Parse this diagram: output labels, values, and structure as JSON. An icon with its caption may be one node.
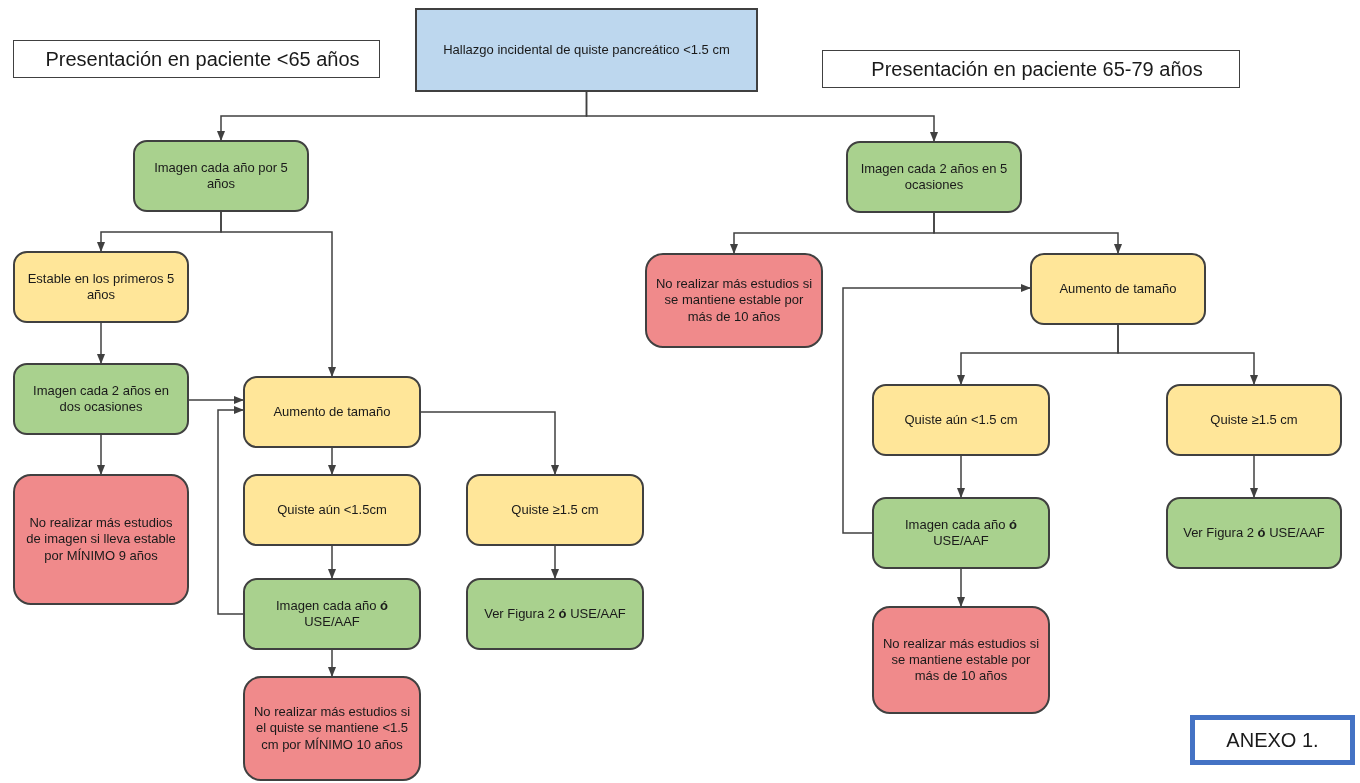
{
  "diagram": {
    "nodes": [
      {
        "text": [
          "Presentación en paciente <65 años"
        ]
      },
      {
        "text": [
          "Hallazgo incidental de quiste pancreático <1.5 cm"
        ]
      },
      {
        "text": [
          "Presentación en paciente 65-79 años"
        ]
      },
      {
        "text": [
          "Imagen cada año por 5 años"
        ]
      },
      {
        "text": [
          "Estable en los primeros 5 años"
        ]
      },
      {
        "text": [
          "Imagen cada 2 años en dos ocasiones"
        ]
      },
      {
        "text": [
          "No realizar más estudios de imagen si lleva estable por MÍNIMO 9 años"
        ]
      },
      {
        "text": [
          "Aumento de tamaño"
        ]
      },
      {
        "text": [
          "Quiste aún <1.5cm"
        ]
      },
      {
        "text": [
          "Quiste ≥1.5 cm"
        ]
      },
      {
        "text": [
          "Imagen cada año **ó** USE/AAF"
        ]
      },
      {
        "text": [
          "Ver Figura 2 **ó** USE/AAF"
        ]
      },
      {
        "text": [
          "No realizar más estudios si el quiste se mantiene <1.5 cm por MÍNIMO 10 años"
        ]
      },
      {
        "text": [
          "Imagen cada 2 años en 5 ocasiones"
        ]
      },
      {
        "text": [
          "No realizar más estudios si se mantiene estable por más de 10 años"
        ]
      },
      {
        "text": [
          "Aumento de tamaño"
        ]
      },
      {
        "text": [
          "Quiste aún <1.5 cm"
        ]
      },
      {
        "text": [
          "Quiste ≥1.5 cm"
        ]
      },
      {
        "text": [
          "Imagen cada año **ó** USE/AAF"
        ]
      },
      {
        "text": [
          "Ver Figura 2 **ó** USE/AAF"
        ]
      },
      {
        "text": [
          "No realizar más estudios si se mantiene estable por más de 10 años"
        ]
      },
      {
        "text": [
          "ANEXO 1."
        ]
      }
    ],
    "edges": [
      {
        "from": 1,
        "to": 3,
        "arrow": "to"
      },
      {
        "from": 1,
        "to": 13,
        "arrow": "to"
      },
      {
        "from": 3,
        "to": 4,
        "arrow": "to"
      },
      {
        "from": 3,
        "to": 7,
        "arrow": "to"
      },
      {
        "from": 4,
        "to": 5,
        "arrow": "to"
      },
      {
        "from": 5,
        "to": 7,
        "arrow": "to"
      },
      {
        "from": 5,
        "to": 6,
        "arrow": "to"
      },
      {
        "from": 7,
        "to": 8,
        "arrow": "to"
      },
      {
        "from": 7,
        "to": 9,
        "arrow": "to"
      },
      {
        "from": 8,
        "to": 10,
        "arrow": "to"
      },
      {
        "from": 10,
        "to": 7,
        "arrow": "to"
      },
      {
        "from": 10,
        "to": 12,
        "arrow": "to"
      },
      {
        "from": 9,
        "to": 11,
        "arrow": "to"
      },
      {
        "from": 13,
        "to": 14,
        "arrow": "to"
      },
      {
        "from": 13,
        "to": 15,
        "arrow": "to"
      },
      {
        "from": 15,
        "to": 16,
        "arrow": "to"
      },
      {
        "from": 15,
        "to": 17,
        "arrow": "to"
      },
      {
        "from": 16,
        "to": 18,
        "arrow": "to"
      },
      {
        "from": 18,
        "to": 15,
        "arrow": "to"
      },
      {
        "from": 18,
        "to": 20,
        "arrow": "to"
      },
      {
        "from": 17,
        "to": 19,
        "arrow": "to"
      }
    ]
  }
}
